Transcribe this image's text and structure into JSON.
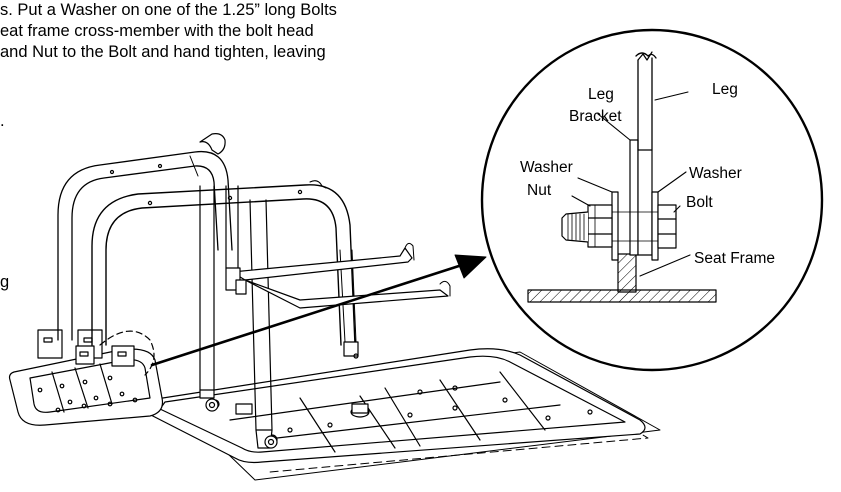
{
  "instructions": {
    "lines": [
      "s. Put a Washer on one of the 1.25” long Bolts",
      "eat frame cross-member with the bolt head",
      "and Nut to the Bolt and hand tighten, leaving"
    ],
    "cut_fragments": [
      ".",
      "g"
    ]
  },
  "detail": {
    "labels": {
      "leg": "Leg",
      "leg_bracket_line1": "Leg",
      "leg_bracket_line2": "Bracket",
      "washer_left": "Washer",
      "nut": "Nut",
      "washer_right": "Washer",
      "bolt": "Bolt",
      "seat_frame": "Seat Frame"
    }
  },
  "icons": [
    "detail-callout-arrow-icon"
  ]
}
